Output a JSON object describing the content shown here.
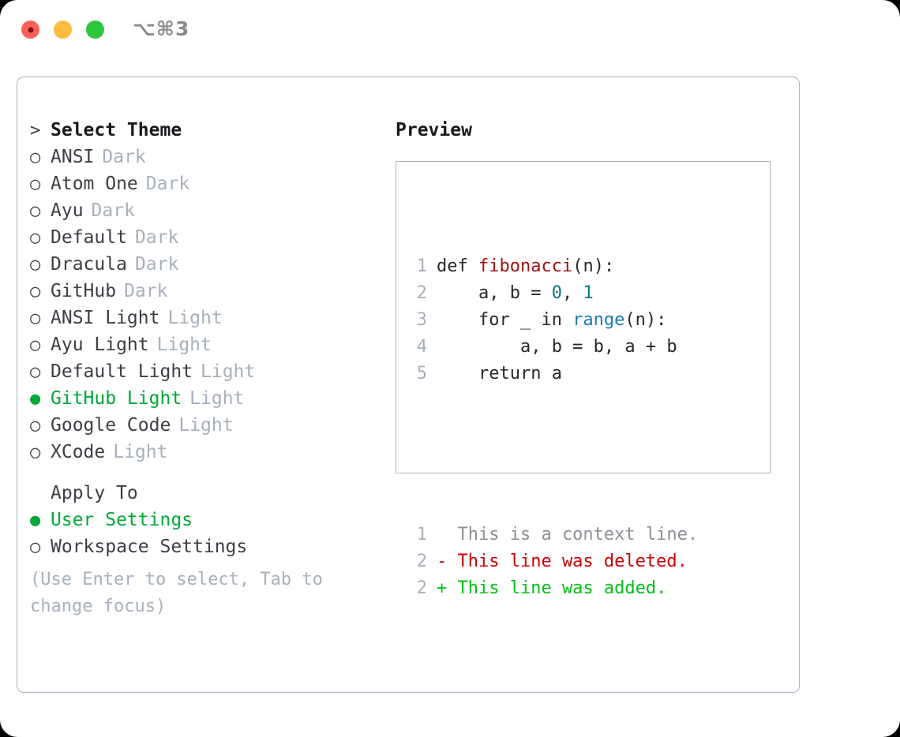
{
  "titlebar": {
    "shortcut": "⌥⌘3",
    "lights": [
      "close",
      "minimize",
      "maximize"
    ]
  },
  "theme_picker": {
    "header": "Select Theme",
    "header_marker": ">",
    "marker_unselected": "○",
    "marker_selected": "●",
    "accent_color": "#00a838",
    "items": [
      {
        "name": "ANSI",
        "variant": "Dark",
        "selected": false
      },
      {
        "name": "Atom One",
        "variant": "Dark",
        "selected": false
      },
      {
        "name": "Ayu",
        "variant": "Dark",
        "selected": false
      },
      {
        "name": "Default",
        "variant": "Dark",
        "selected": false
      },
      {
        "name": "Dracula",
        "variant": "Dark",
        "selected": false
      },
      {
        "name": "GitHub",
        "variant": "Dark",
        "selected": false
      },
      {
        "name": "ANSI Light",
        "variant": "Light",
        "selected": false
      },
      {
        "name": "Ayu Light",
        "variant": "Light",
        "selected": false
      },
      {
        "name": "Default Light",
        "variant": "Light",
        "selected": false
      },
      {
        "name": "GitHub Light",
        "variant": "Light",
        "selected": true
      },
      {
        "name": "Google Code",
        "variant": "Light",
        "selected": false
      },
      {
        "name": "XCode",
        "variant": "Light",
        "selected": false
      }
    ]
  },
  "apply_to": {
    "header": "Apply To",
    "options": [
      {
        "name": "User Settings",
        "selected": true
      },
      {
        "name": "Workspace Settings",
        "selected": false
      }
    ]
  },
  "hint": "(Use Enter to select, Tab to change focus)",
  "preview": {
    "title": "Preview",
    "code_lines": [
      {
        "number": "1",
        "tokens": [
          {
            "text": "def ",
            "type": "plain"
          },
          {
            "text": "fibonacci",
            "type": "fn"
          },
          {
            "text": "(n):",
            "type": "plain"
          }
        ]
      },
      {
        "number": "2",
        "tokens": [
          {
            "text": "    a, b = ",
            "type": "plain"
          },
          {
            "text": "0",
            "type": "num"
          },
          {
            "text": ", ",
            "type": "plain"
          },
          {
            "text": "1",
            "type": "num"
          }
        ]
      },
      {
        "number": "3",
        "tokens": [
          {
            "text": "    for _ in ",
            "type": "plain"
          },
          {
            "text": "range",
            "type": "builtin"
          },
          {
            "text": "(n):",
            "type": "plain"
          }
        ]
      },
      {
        "number": "4",
        "tokens": [
          {
            "text": "        a, b = b, a + b",
            "type": "plain"
          }
        ]
      },
      {
        "number": "5",
        "tokens": [
          {
            "text": "    return a",
            "type": "plain"
          }
        ]
      }
    ],
    "diff_lines": [
      {
        "number": "1",
        "text": "  This is a context line.",
        "type": "ctx"
      },
      {
        "number": "2",
        "text": "- This line was deleted.",
        "type": "del"
      },
      {
        "number": "2",
        "text": "+ This line was added.",
        "type": "add"
      }
    ]
  },
  "colors": {
    "accent_green": "#00a838",
    "diff_added": "#00c217",
    "diff_deleted": "#cc0000",
    "syntax_function": "#a01414",
    "syntax_number": "#0a7c78",
    "syntax_builtin": "#1a7ab5",
    "muted": "#a7b0bb",
    "border": "#a8b3c1"
  }
}
